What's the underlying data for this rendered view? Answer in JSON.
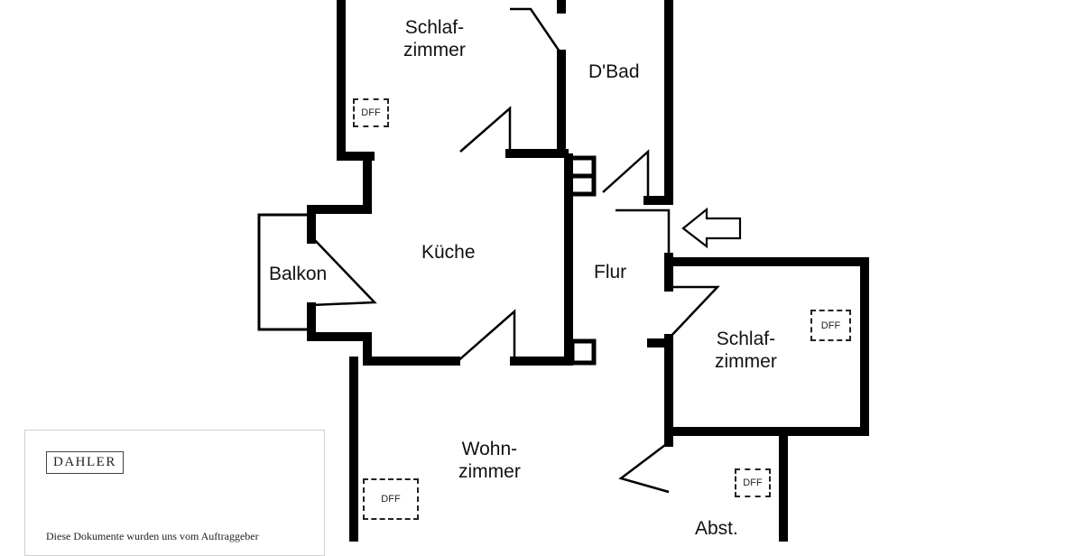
{
  "rooms": {
    "schlafzimmer_top": "Schlaf-\nzimmer",
    "dbad": "D'Bad",
    "kueche": "Küche",
    "balkon": "Balkon",
    "flur": "Flur",
    "schlafzimmer_right": "Schlaf-\nzimmer",
    "wohnzimmer": "Wohn-\nzimmer",
    "abst": "Abst."
  },
  "dff_label": "DFF",
  "info_box": {
    "logo": "DAHLER",
    "disclaimer": "Diese Dokumente wurden uns vom Auftraggeber"
  },
  "colors": {
    "wall": "#000000",
    "background": "#ffffff"
  },
  "icons": {
    "entrance": "entrance-arrow-icon"
  }
}
